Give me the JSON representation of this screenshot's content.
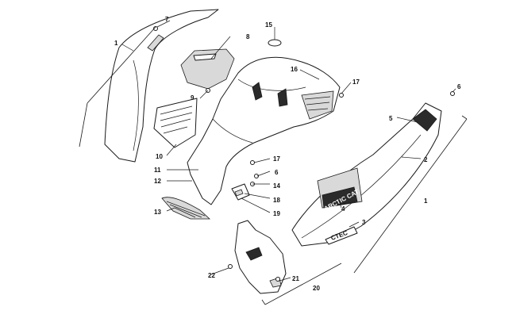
{
  "diagram": {
    "callouts": [
      {
        "id": "c1a",
        "label": "1"
      },
      {
        "id": "c1b",
        "label": "1"
      },
      {
        "id": "c2",
        "label": "2"
      },
      {
        "id": "c3",
        "label": "3"
      },
      {
        "id": "c4",
        "label": "4"
      },
      {
        "id": "c5",
        "label": "5"
      },
      {
        "id": "c6a",
        "label": "6"
      },
      {
        "id": "c6b",
        "label": "6"
      },
      {
        "id": "c7",
        "label": "7"
      },
      {
        "id": "c8",
        "label": "8"
      },
      {
        "id": "c9",
        "label": "9"
      },
      {
        "id": "c10",
        "label": "10"
      },
      {
        "id": "c11",
        "label": "11"
      },
      {
        "id": "c12",
        "label": "12"
      },
      {
        "id": "c13",
        "label": "13"
      },
      {
        "id": "c14",
        "label": "14"
      },
      {
        "id": "c15",
        "label": "15"
      },
      {
        "id": "c16",
        "label": "16"
      },
      {
        "id": "c17a",
        "label": "17"
      },
      {
        "id": "c17b",
        "label": "17"
      },
      {
        "id": "c18",
        "label": "18"
      },
      {
        "id": "c19",
        "label": "19"
      },
      {
        "id": "c20",
        "label": "20"
      },
      {
        "id": "c21",
        "label": "21"
      },
      {
        "id": "c22",
        "label": "22"
      }
    ],
    "decal_text": {
      "brand": "ARCTIC CAT",
      "model": "CTEC"
    }
  }
}
